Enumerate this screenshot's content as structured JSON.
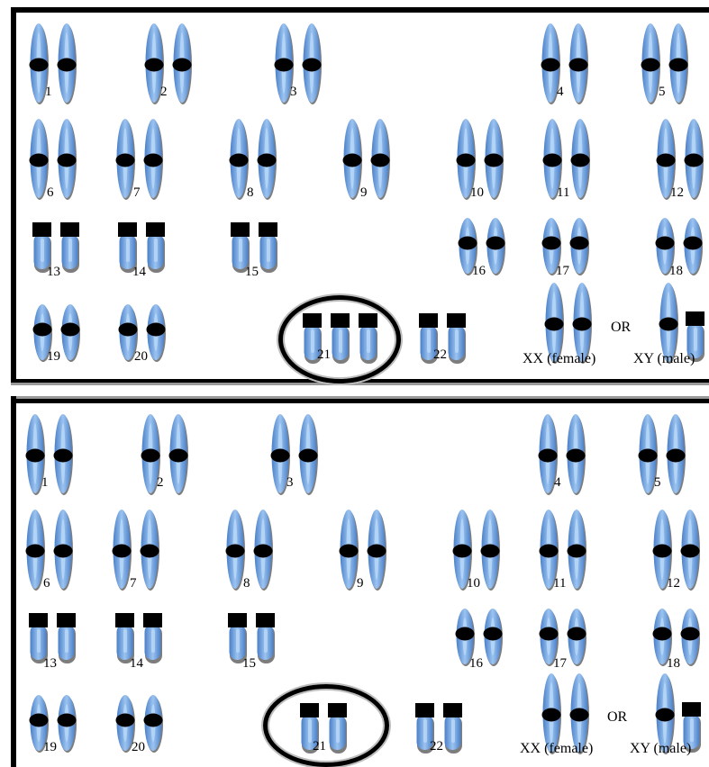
{
  "colors": {
    "chromatid_blue": "#4a7fc9",
    "chromatid_light": "#9cc4f0",
    "chromatid_shadow": "#7d7d7d",
    "centromere": "#000000"
  },
  "panels": [
    {
      "id": "karyotype-top",
      "label_21": "21",
      "pairs": [
        {
          "num": "1",
          "type": "long",
          "copies": 2
        },
        {
          "num": "2",
          "type": "long",
          "copies": 2
        },
        {
          "num": "3",
          "type": "long",
          "copies": 2
        },
        {
          "num": "4",
          "type": "long",
          "copies": 2
        },
        {
          "num": "5",
          "type": "long",
          "copies": 2
        },
        {
          "num": "6",
          "type": "long",
          "copies": 2
        },
        {
          "num": "7",
          "type": "long",
          "copies": 2
        },
        {
          "num": "8",
          "type": "long",
          "copies": 2
        },
        {
          "num": "9",
          "type": "long",
          "copies": 2
        },
        {
          "num": "10",
          "type": "long",
          "copies": 2
        },
        {
          "num": "11",
          "type": "long",
          "copies": 2
        },
        {
          "num": "12",
          "type": "long",
          "copies": 2
        },
        {
          "num": "13",
          "type": "acro",
          "copies": 2
        },
        {
          "num": "14",
          "type": "acro",
          "copies": 2
        },
        {
          "num": "15",
          "type": "acro",
          "copies": 2
        },
        {
          "num": "16",
          "type": "short",
          "copies": 2
        },
        {
          "num": "17",
          "type": "short",
          "copies": 2
        },
        {
          "num": "18",
          "type": "short",
          "copies": 2
        },
        {
          "num": "19",
          "type": "short",
          "copies": 2
        },
        {
          "num": "20",
          "type": "short",
          "copies": 2
        },
        {
          "num": "21",
          "type": "acro",
          "copies": 3,
          "circled": true
        },
        {
          "num": "22",
          "type": "acro",
          "copies": 2
        }
      ],
      "sex": {
        "or": "OR",
        "female": "XX (female)",
        "male": "XY (male)"
      }
    },
    {
      "id": "karyotype-bottom",
      "pairs": [
        {
          "num": "1",
          "type": "long",
          "copies": 2
        },
        {
          "num": "2",
          "type": "long",
          "copies": 2
        },
        {
          "num": "3",
          "type": "long",
          "copies": 2
        },
        {
          "num": "4",
          "type": "long",
          "copies": 2
        },
        {
          "num": "5",
          "type": "long",
          "copies": 2
        },
        {
          "num": "6",
          "type": "long",
          "copies": 2
        },
        {
          "num": "7",
          "type": "long",
          "copies": 2
        },
        {
          "num": "8",
          "type": "long",
          "copies": 2
        },
        {
          "num": "9",
          "type": "long",
          "copies": 2
        },
        {
          "num": "10",
          "type": "long",
          "copies": 2
        },
        {
          "num": "11",
          "type": "long",
          "copies": 2
        },
        {
          "num": "12",
          "type": "long",
          "copies": 2
        },
        {
          "num": "13",
          "type": "acro",
          "copies": 2
        },
        {
          "num": "14",
          "type": "acro",
          "copies": 2
        },
        {
          "num": "15",
          "type": "acro",
          "copies": 2
        },
        {
          "num": "16",
          "type": "short",
          "copies": 2
        },
        {
          "num": "17",
          "type": "short",
          "copies": 2
        },
        {
          "num": "18",
          "type": "short",
          "copies": 2
        },
        {
          "num": "19",
          "type": "short",
          "copies": 2
        },
        {
          "num": "20",
          "type": "short",
          "copies": 2
        },
        {
          "num": "21",
          "type": "acro",
          "copies": 2,
          "circled": true
        },
        {
          "num": "22",
          "type": "acro",
          "copies": 2
        }
      ],
      "sex": {
        "or": "OR",
        "female": "XX (female)",
        "male": "XY (male)"
      }
    }
  ]
}
